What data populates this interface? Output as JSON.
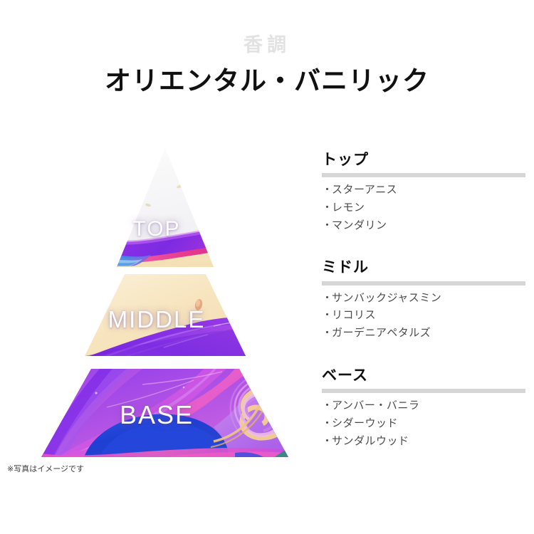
{
  "header": {
    "kicker": "香調",
    "title": "オリエンタル・バニリック"
  },
  "pyramid": {
    "tiers": [
      {
        "key": "top",
        "label": "TOP"
      },
      {
        "key": "middle",
        "label": "MIDDLE"
      },
      {
        "key": "base",
        "label": "BASE"
      }
    ],
    "footnote": "※写真はイメージです",
    "colors": {
      "top_base": "#f7f6f7",
      "cream": "#f6e3bd",
      "purple": "#7a2ae0",
      "magenta": "#d14be0",
      "violet": "#a24cf0",
      "blue": "#1f3fd4",
      "pink": "#ef55c5"
    }
  },
  "notes": [
    {
      "heading": "トップ",
      "items": [
        "スターアニス",
        "レモン",
        "マンダリン"
      ]
    },
    {
      "heading": "ミドル",
      "items": [
        "サンバックジャスミン",
        "リコリス",
        "ガーデニアペタルズ"
      ]
    },
    {
      "heading": "ベース",
      "items": [
        "アンバー・バニラ",
        "シダーウッド",
        "サンダルウッド"
      ]
    }
  ],
  "divider_color": "#d6d6d6"
}
